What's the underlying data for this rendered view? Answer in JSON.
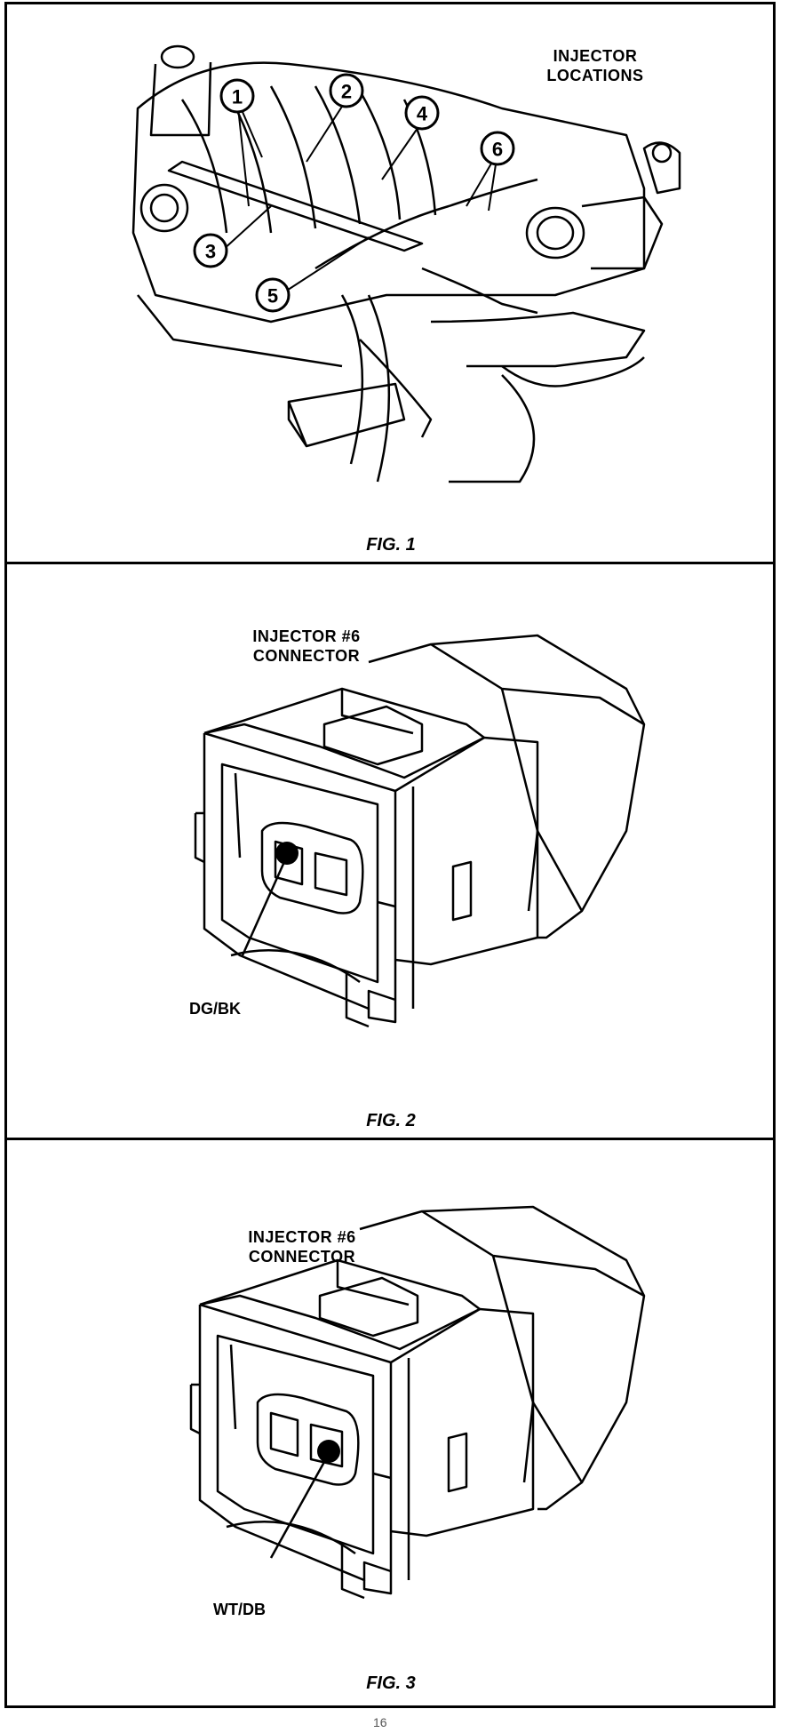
{
  "fig1": {
    "title": "INJECTOR\nLOCATIONS",
    "caption": "FIG. 1",
    "callouts": [
      "1",
      "2",
      "3",
      "4",
      "5",
      "6"
    ]
  },
  "fig2": {
    "title": "INJECTOR #6\nCONNECTOR",
    "wire_label": "DG/BK",
    "caption": "FIG. 2"
  },
  "fig3": {
    "title": "INJECTOR #6\nCONNECTOR",
    "wire_label": "WT/DB",
    "caption": "FIG. 3"
  },
  "page_number": "16"
}
